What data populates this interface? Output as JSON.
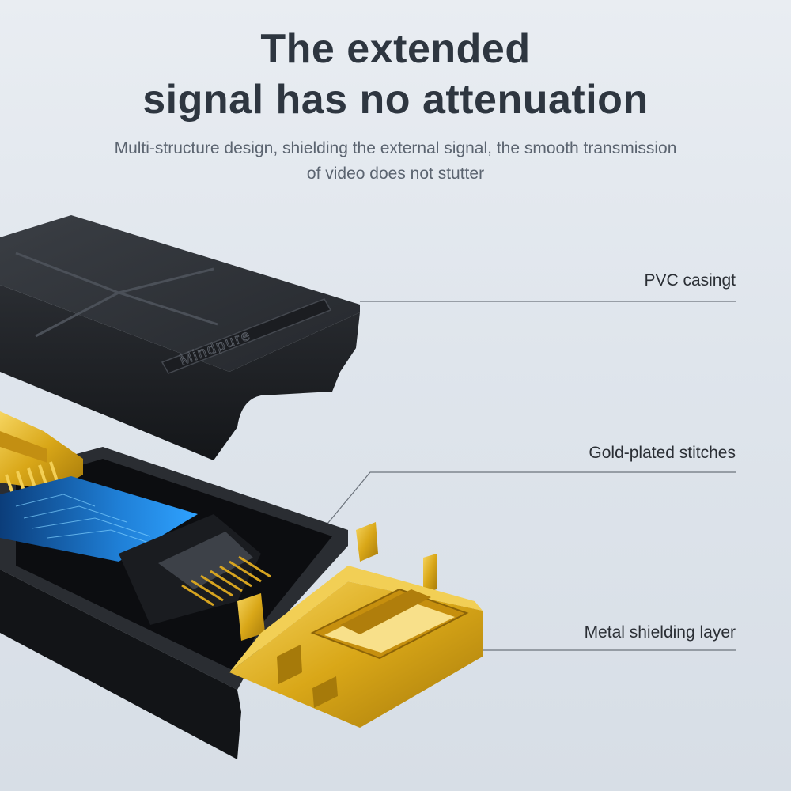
{
  "headline": {
    "line1": "The extended",
    "line2": "signal has no attenuation"
  },
  "subtitle": {
    "line1": "Multi-structure design, shielding the external signal, the smooth transmission",
    "line2": "of video does not stutter"
  },
  "callouts": {
    "casing": "PVC casingt",
    "stitches": "Gold-plated stitches",
    "shielding": "Metal shielding layer"
  },
  "product": {
    "brand": "Mindpure",
    "casing_color": "#1e2125",
    "gold_color": "#e1b424",
    "pcb_color": "#1f7fd6"
  }
}
